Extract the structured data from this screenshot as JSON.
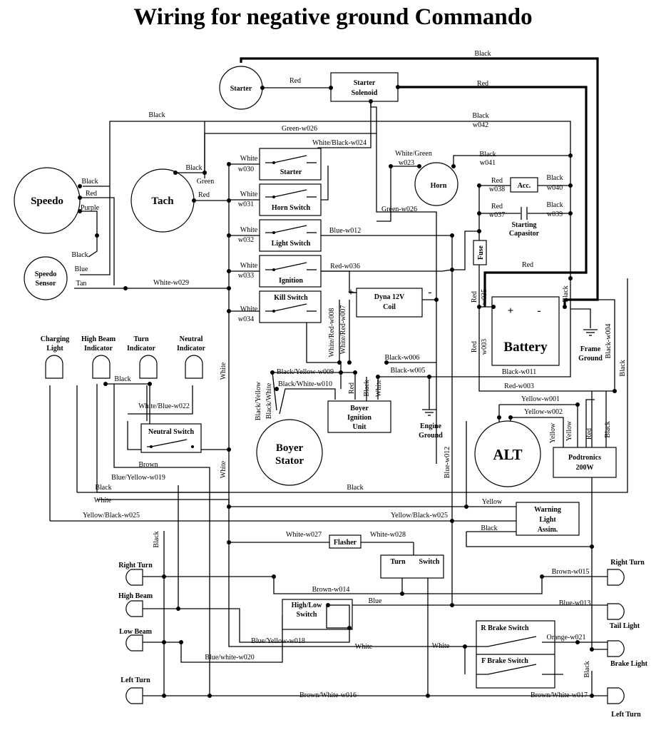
{
  "title": "Wiring for negative ground Commando",
  "components": {
    "starter": "Starter",
    "starter_solenoid": [
      "Starter",
      "Solenoid"
    ],
    "speedo": "Speedo",
    "speedo_sensor": [
      "Speedo",
      "Sensor"
    ],
    "tach": "Tach",
    "horn": "Horn",
    "acc": "Acc.",
    "starting_capacitor": [
      "Starting",
      "Capasitor"
    ],
    "fuse": "Fuse",
    "battery": "Battery",
    "battery_plus": "+",
    "battery_minus": "-",
    "frame_ground": [
      "Frame",
      "Ground"
    ],
    "engine_ground": [
      "Engine",
      "Ground"
    ],
    "coil": [
      "Dyna 12V",
      "Coil"
    ],
    "coil_plus": "+",
    "coil_minus": "-",
    "boyer_unit": [
      "Boyer",
      "Ignition",
      "Unit"
    ],
    "boyer_stator": [
      "Boyer",
      "Stator"
    ],
    "alt": "ALT",
    "podtronics": [
      "Podtronics",
      "200W"
    ],
    "warning_light": [
      "Warning",
      "Light",
      "Assim."
    ],
    "flasher": "Flasher",
    "turn_switch": [
      "Turn",
      "Switch"
    ],
    "high_low_switch": [
      "High/Low",
      "Switch"
    ],
    "r_brake_switch": "R Brake Switch",
    "f_brake_switch": "F Brake  Switch",
    "neutral_switch": "Neutral Switch"
  },
  "switches": [
    "Starter",
    "Horn Switch",
    "Light Switch",
    "Ignition",
    "Kill Switch"
  ],
  "indicators": [
    [
      "Charging",
      "Light"
    ],
    [
      "High Beam",
      "Indicator"
    ],
    [
      "Turn",
      "Indicator"
    ],
    [
      "Neutral",
      "Indicator"
    ]
  ],
  "lamps_left": [
    "Right Turn",
    "High Beam",
    "Low Beam",
    "Left Turn"
  ],
  "lamps_right": [
    "Right Turn",
    "Tail Light",
    "Brake Light",
    "Left Turn"
  ],
  "wires": {
    "black_top": "Black",
    "red_starter": "Red",
    "red_sol": "Red",
    "black_speedo": "Black",
    "black_w042": [
      "Black",
      "w042"
    ],
    "green_w026": "Green-w026",
    "white_black_w024": "White/Black-w024",
    "white_green_w023": [
      "White/Green",
      "w023"
    ],
    "black_w041": [
      "Black",
      "w041"
    ],
    "red_w038": [
      "Red",
      "w038"
    ],
    "black_w040": [
      "Black",
      "w040"
    ],
    "red_w037": [
      "Red",
      "w037"
    ],
    "black_w039": [
      "Black",
      "w039"
    ],
    "white_w030": [
      "White",
      "w030"
    ],
    "white_w031": [
      "White",
      "w031"
    ],
    "white_w032": [
      "White",
      "w032"
    ],
    "white_w033": [
      "White",
      "w033"
    ],
    "white_w034": [
      "White",
      "w034"
    ],
    "green_w026_mid": "Green-w026",
    "blue_w012": "Blue-w012",
    "red_w036": "Red-w036",
    "red_fuse": "Red",
    "red_w035": [
      "Red",
      "w035"
    ],
    "red_w003": [
      "Red",
      "w003"
    ],
    "black_bat": "Black",
    "black_w004": "Black-w004",
    "black_side": "Black",
    "sp_black": "Black",
    "sp_red": "Red",
    "sp_purple": "Purple",
    "sens_black": "Black",
    "sens_blue": "Blue",
    "sens_tan": "Tan",
    "tach_black": "Black",
    "tach_green": "Green",
    "tach_red": "Red",
    "white_w029": "White-w029",
    "white_red_w008": "White/Red-w008",
    "white_red_w007": "White/Red-w007",
    "black_w006": "Black-w006",
    "black_w005": "Black-w005",
    "black_w011": "Black-w011",
    "red_w003_h": "Red-w003",
    "black_yellow_w009": "Black/Yellow-w009",
    "black_white_w010": "Black/White-w010",
    "stator_by": "Black/Yellow",
    "stator_bw": "Black/White",
    "boyer_red": "Red",
    "boyer_black": "Black",
    "boyer_white": "White",
    "yellow_w001": "Yellow-w001",
    "yellow_w002": "Yellow-w002",
    "pod_yellow1": "Yellow",
    "pod_yellow2": "Yellow",
    "pod_red": "Red",
    "pod_black": "Black",
    "white_vert1": "White",
    "white_vert2": "White",
    "blue_w012_v": "Blue-w012",
    "ind_black": "Black",
    "white_blue_w022": "White/Blue-w022",
    "brown": "Brown",
    "blue_yellow_w019": "Blue/Yellow-w019",
    "black_long": "Black",
    "black_long2": "Black",
    "white_long": "White",
    "yellow": "Yellow",
    "yellow_black_w025": "Yellow/Black-w025",
    "yellow_black_w025b": "Yellow/Black-w025",
    "black_warn": "Black",
    "black_left_v": "Black",
    "white_w027": "White-w027",
    "white_w028": "White-w028",
    "brown_w015": "Brown-w015",
    "brown_w014": "Brown-w014",
    "blue": "Blue",
    "blue_w013": "Blue-w013",
    "orange_w021": "Orange-w021",
    "blue_yellow_w018": "Blue/Yellow-w018",
    "white_bottom": "White",
    "white_bottom2": "White",
    "blue_white_w020": "Blue/white-w020",
    "brown_white_w016": "Brown/White-w016",
    "brown_white_w017": "Brown/White-w017",
    "black_right_v": "Black"
  }
}
